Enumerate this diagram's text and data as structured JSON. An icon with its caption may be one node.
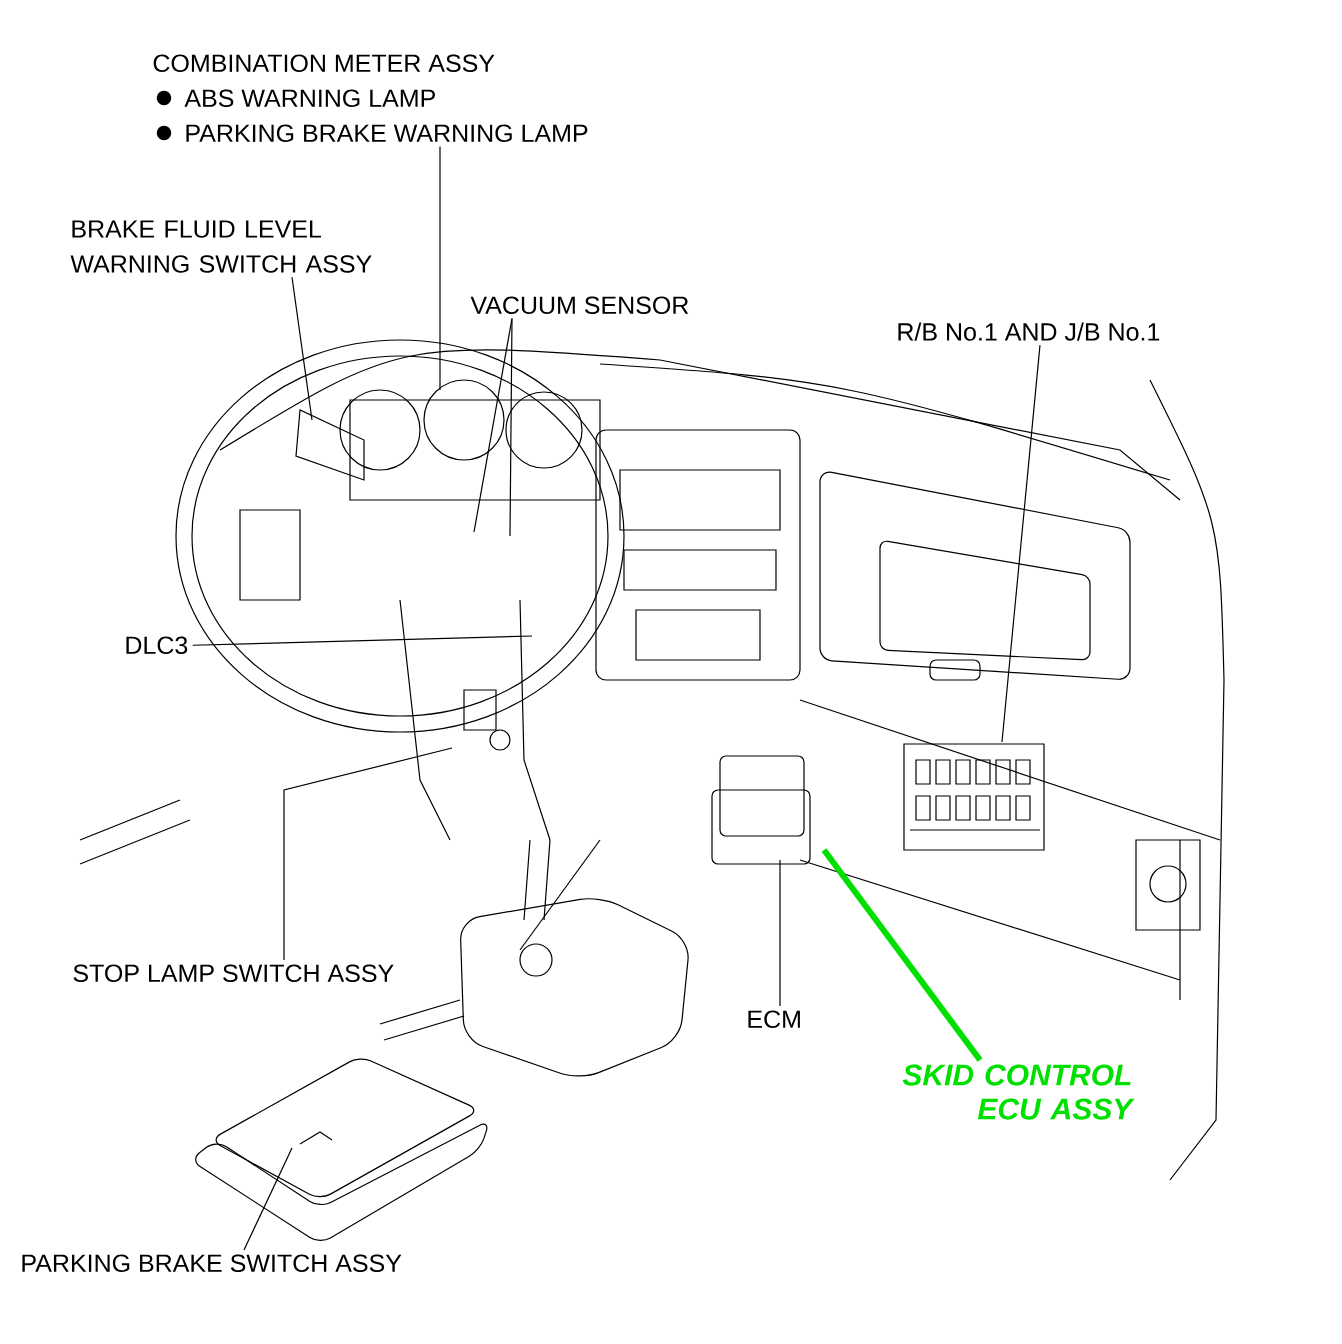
{
  "diagram": {
    "nodes": [
      {
        "text": [
          "COMBINATION METER ASSY",
          "ABS WARNING LAMP",
          "PARKING BRAKE WARNING LAMP"
        ]
      },
      {
        "text": [
          "BRAKE FLUID LEVEL WARNING SWITCH ASSY"
        ]
      },
      {
        "text": [
          "VACUUM SENSOR"
        ]
      },
      {
        "text": [
          "R/B No.1 AND J/B No.1"
        ]
      },
      {
        "text": [
          "DLC3"
        ]
      },
      {
        "text": [
          "STOP LAMP SWITCH ASSY"
        ]
      },
      {
        "text": [
          "ECM"
        ]
      },
      {
        "text": [
          "SKID CONTROL ECU ASSY"
        ]
      },
      {
        "text": [
          "PARKING BRAKE SWITCH ASSY"
        ]
      }
    ],
    "edges": [
      {
        "from": 0,
        "to": null,
        "arrow": "none"
      },
      {
        "from": 1,
        "to": null,
        "arrow": "none"
      },
      {
        "from": 2,
        "to": null,
        "arrow": "none"
      },
      {
        "from": 2,
        "to": null,
        "arrow": "none"
      },
      {
        "from": 3,
        "to": null,
        "arrow": "none"
      },
      {
        "from": 4,
        "to": null,
        "arrow": "none"
      },
      {
        "from": 5,
        "to": null,
        "arrow": "none"
      },
      {
        "from": 6,
        "to": null,
        "arrow": "none"
      },
      {
        "from": 7,
        "to": null,
        "arrow": "none",
        "style": "thick",
        "color": "#00e000"
      },
      {
        "from": 8,
        "to": null,
        "arrow": "none"
      }
    ]
  }
}
